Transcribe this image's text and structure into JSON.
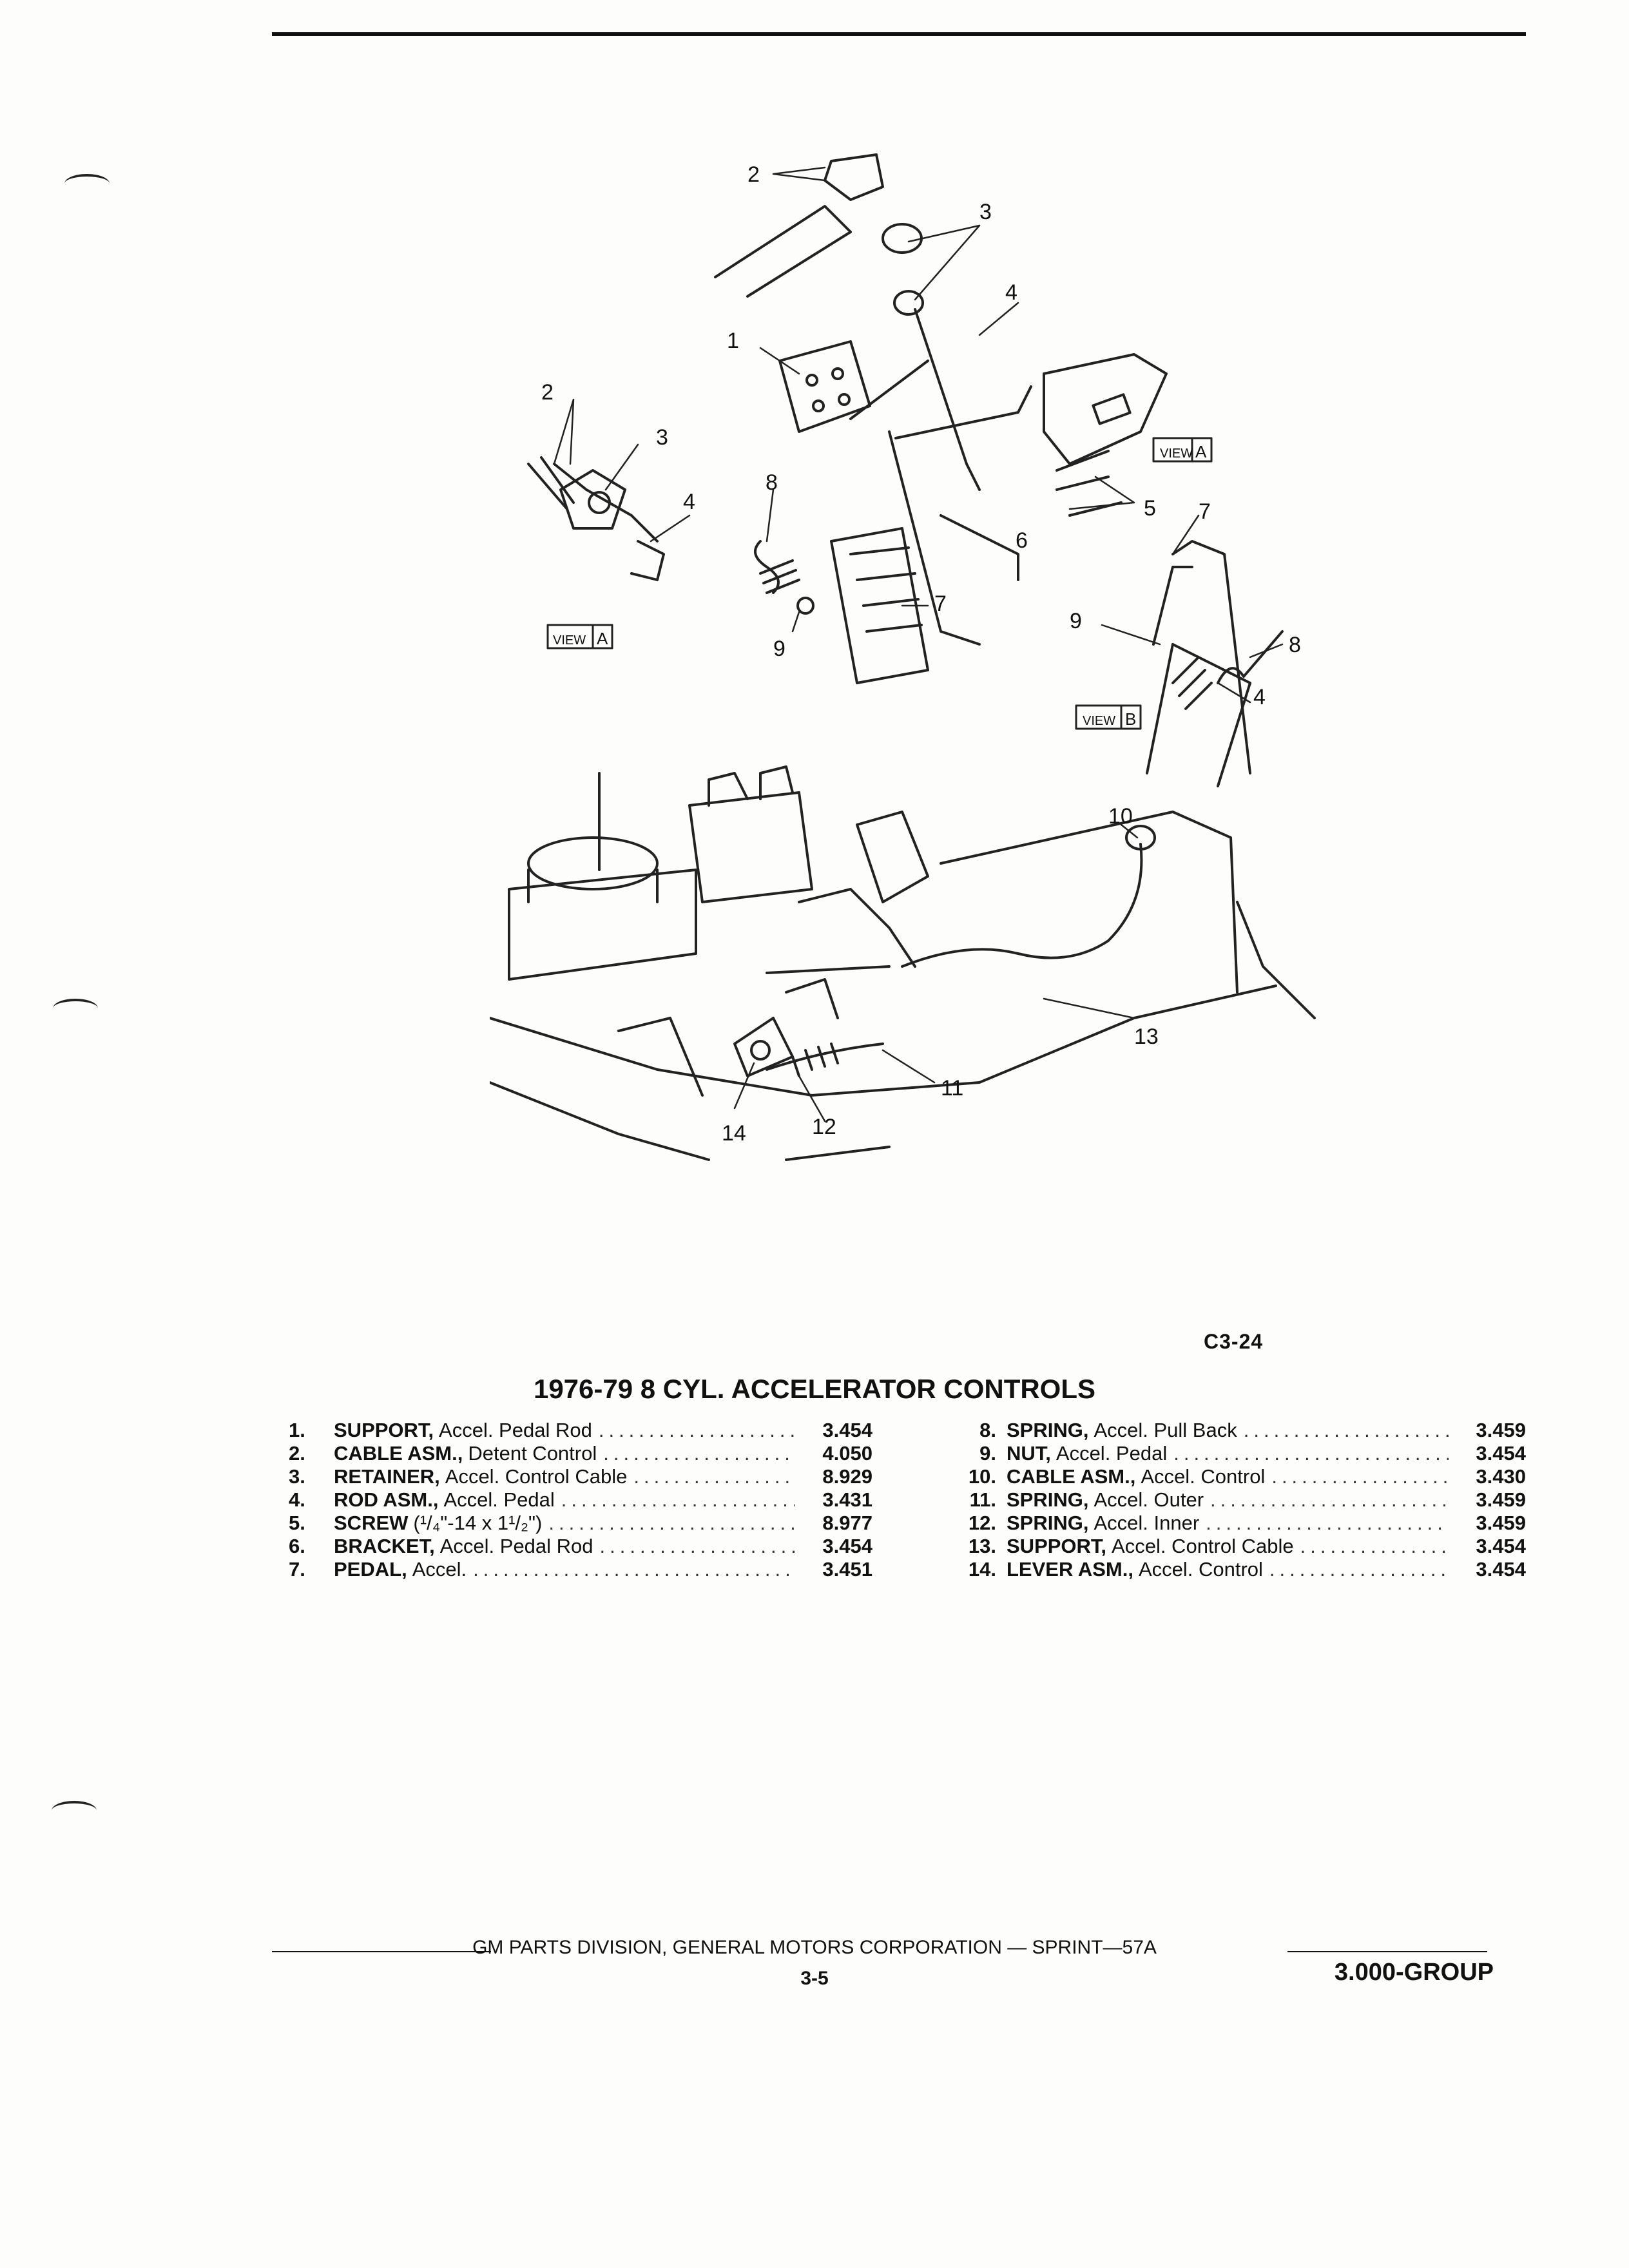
{
  "figure": {
    "code": "C3-24",
    "callouts": [
      "1",
      "2",
      "3",
      "4",
      "5",
      "6",
      "7",
      "8",
      "9",
      "10",
      "11",
      "12",
      "13",
      "14"
    ],
    "view_labels": {
      "view": "VIEW",
      "a": "A",
      "b": "B"
    }
  },
  "title": "1976-79 8 CYL. ACCELERATOR CONTROLS",
  "parts_left": [
    {
      "num": "1.",
      "name": "SUPPORT,",
      "desc": "Accel. Pedal Rod",
      "code": "3.454"
    },
    {
      "num": "2.",
      "name": "CABLE ASM.,",
      "desc": "Detent Control",
      "code": "4.050"
    },
    {
      "num": "3.",
      "name": "RETAINER,",
      "desc": "Accel. Control Cable",
      "code": "8.929"
    },
    {
      "num": "4.",
      "name": "ROD ASM.,",
      "desc": "Accel. Pedal",
      "code": "3.431"
    },
    {
      "num": "5.",
      "name": "SCREW",
      "desc": "(¹/₄\"-14 x 1¹/₂\")",
      "code": "8.977"
    },
    {
      "num": "6.",
      "name": "BRACKET,",
      "desc": "Accel. Pedal Rod",
      "code": "3.454"
    },
    {
      "num": "7.",
      "name": "PEDAL,",
      "desc": "Accel.",
      "code": "3.451"
    }
  ],
  "parts_right": [
    {
      "num": "8.",
      "name": "SPRING,",
      "desc": "Accel. Pull Back",
      "code": "3.459"
    },
    {
      "num": "9.",
      "name": "NUT,",
      "desc": "Accel. Pedal",
      "code": "3.454"
    },
    {
      "num": "10.",
      "name": "CABLE ASM.,",
      "desc": "Accel. Control",
      "code": "3.430"
    },
    {
      "num": "11.",
      "name": "SPRING,",
      "desc": "Accel. Outer",
      "code": "3.459"
    },
    {
      "num": "12.",
      "name": "SPRING,",
      "desc": "Accel. Inner",
      "code": "3.459"
    },
    {
      "num": "13.",
      "name": "SUPPORT,",
      "desc": "Accel. Control Cable",
      "code": "3.454"
    },
    {
      "num": "14.",
      "name": "LEVER ASM.,",
      "desc": "Accel. Control",
      "code": "3.454"
    }
  ],
  "footer": {
    "text": "GM PARTS DIVISION, GENERAL MOTORS CORPORATION — SPRINT—57A",
    "page": "3-5",
    "group": "3.000-GROUP"
  }
}
